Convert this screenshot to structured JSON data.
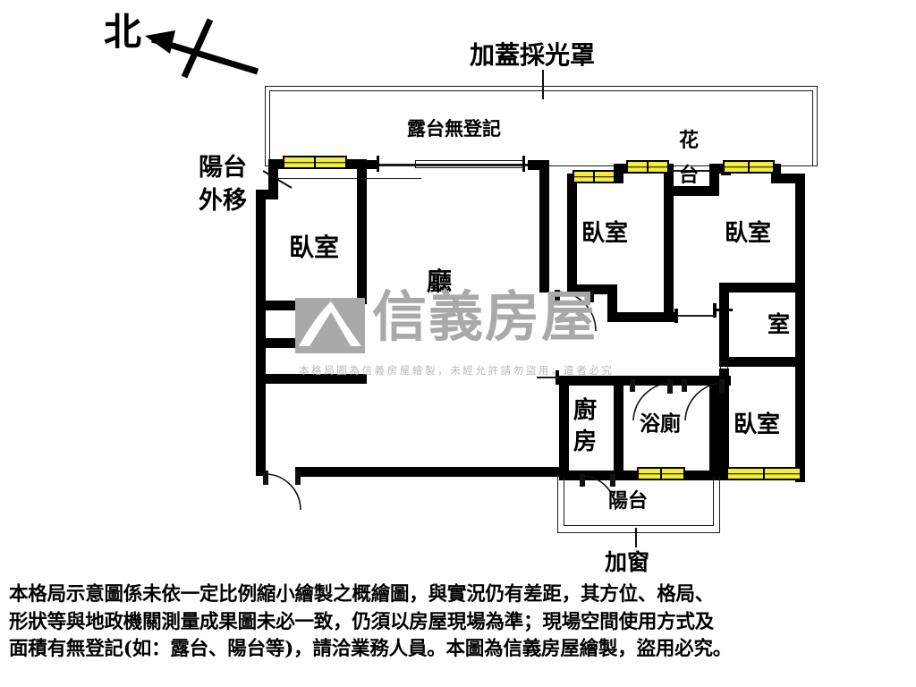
{
  "compass": {
    "label": "北",
    "name": "north-arrow"
  },
  "callouts": {
    "skylight": "加蓋採光罩",
    "terrace": "露台無登記",
    "balcony_moved": "陽台\n外移",
    "balcony_moved_line1": "陽台",
    "balcony_moved_line2": "外移",
    "added_window": "加窗"
  },
  "rooms": [
    {
      "id": "bedroom-left",
      "label": "臥室"
    },
    {
      "id": "living-room",
      "label": "廳"
    },
    {
      "id": "bedroom-mid",
      "label": "臥室"
    },
    {
      "id": "bedroom-right-top",
      "label": "臥室"
    },
    {
      "id": "flower-box",
      "label": "花台"
    },
    {
      "id": "small-room",
      "label": "室"
    },
    {
      "id": "kitchen",
      "label": "廚房"
    },
    {
      "id": "bathroom",
      "label": "浴廁"
    },
    {
      "id": "bedroom-right-bottom",
      "label": "臥室"
    },
    {
      "id": "balcony-bottom",
      "label": "陽台"
    }
  ],
  "room_labels": {
    "bedroom": "臥室",
    "living": "廳",
    "flower_box": "花台",
    "flower_box_l1": "花",
    "flower_box_l2": "台",
    "small_room": "室",
    "kitchen": "廚房",
    "kitchen_l1": "廚",
    "kitchen_l2": "房",
    "bathroom": "浴廁",
    "balcony": "陽台"
  },
  "watermark": {
    "brand": "信義房屋",
    "subtext": "本格局圖為信義房屋繪製，未經允許請勿盜用，違者必究"
  },
  "disclaimer": {
    "line1": "本格局示意圖係未依一定比例縮小繪製之概繪圖，與實況仍有差距，其方位、格局、",
    "line2": "形狀等與地政機關測量成果圖未必一致，仍須以房屋現場為準；現場空間使用方式及",
    "line3": "面積有無登記(如：露台、陽台等)，請洽業務人員。本圖為信義房屋繪製，盜用必究。"
  },
  "colors": {
    "wall": "#000000",
    "window_fill": "#f2ec3a",
    "watermark_gray": "#a9a9a9",
    "background": "#ffffff"
  }
}
